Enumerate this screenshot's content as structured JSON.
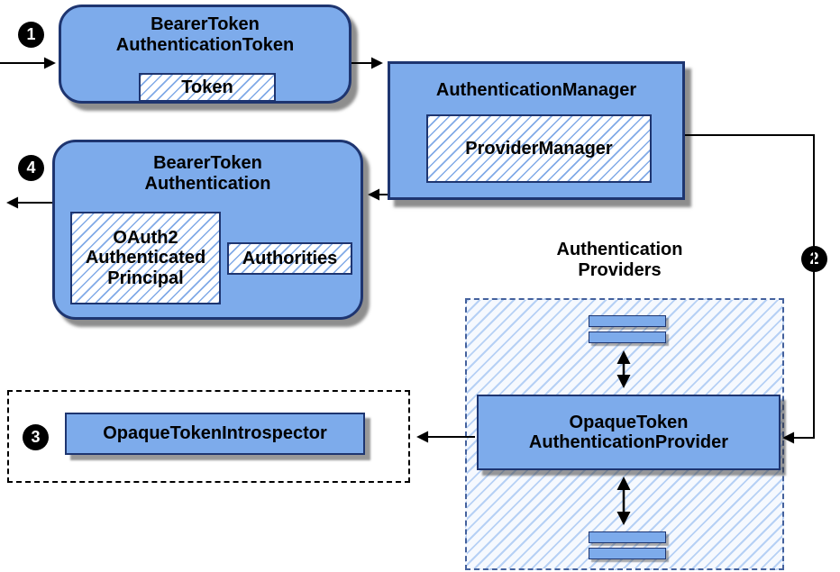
{
  "diagram": {
    "badges": {
      "step1": "1",
      "step2": "2",
      "step3": "3",
      "step4": "4"
    },
    "nodes": {
      "bearer_token_authentication_token": {
        "title": "BearerToken\nAuthenticationToken",
        "token": "Token"
      },
      "authentication_manager": {
        "title": "AuthenticationManager",
        "provider_manager": "ProviderManager"
      },
      "bearer_token_authentication": {
        "title": "BearerToken\nAuthentication",
        "principal": "OAuth2\nAuthenticated\nPrincipal",
        "authorities": "Authorities"
      },
      "introspector": {
        "label": "OpaqueTokenIntrospector"
      },
      "providers": {
        "title": "Authentication\nProviders",
        "provider": "OpaqueToken\nAuthenticationProvider"
      }
    },
    "colors": {
      "node_fill": "#7dabeb",
      "node_border": "#1e3570",
      "hatch_line": "#7aa5e6",
      "container_border": "#44619d",
      "arrow": "#000000",
      "badge_background": "#000000",
      "badge_text": "#ffffff"
    }
  }
}
